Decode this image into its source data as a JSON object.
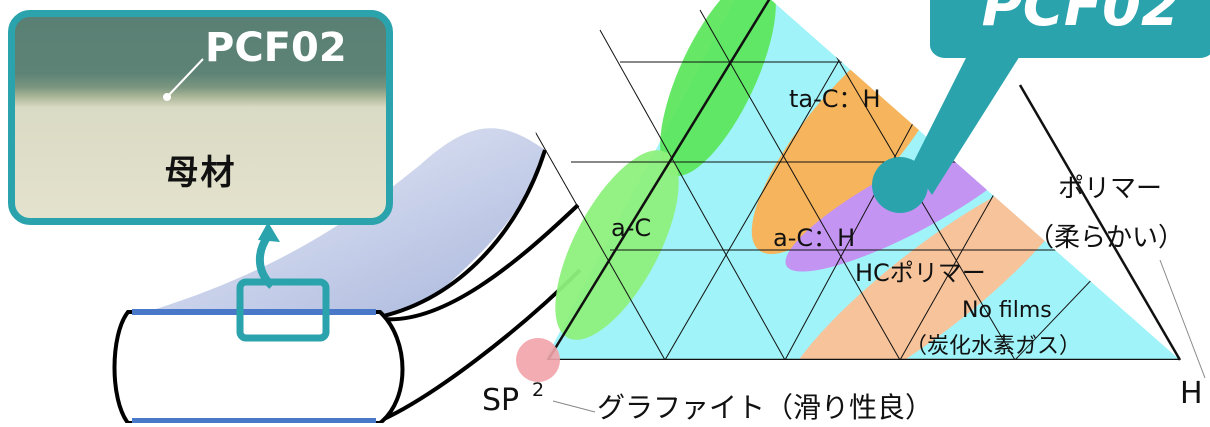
{
  "photo": {
    "coating_label": "PCF02",
    "substrate_label": "母材"
  },
  "diagram": {
    "callout_label": "PCF02",
    "regions": {
      "ta_c_h": "ta-C：H",
      "a_c": "a-C",
      "a_c_h": "a-C：H",
      "hc_polymer": "HCポリマー",
      "no_films_line1": "No films",
      "no_films_line2": "（炭化水素ガス）",
      "polymer_line1": "ポリマー",
      "polymer_line2": "（柔らかい）"
    },
    "vertices": {
      "sp2": "SP",
      "sp2_sup": "2",
      "h": "H",
      "graphite": "グラファイト（滑り性良）"
    }
  },
  "colors": {
    "frame": "#2aa3ad",
    "cyan_region": "#a0f3f8",
    "green_region": "#5ee65e",
    "orange_region": "#f6b55c",
    "purple_region": "#c494f2",
    "peach_region": "#f7c39a",
    "pink_marker": "#f2a3a8",
    "film_blue": "#4a78c8"
  }
}
